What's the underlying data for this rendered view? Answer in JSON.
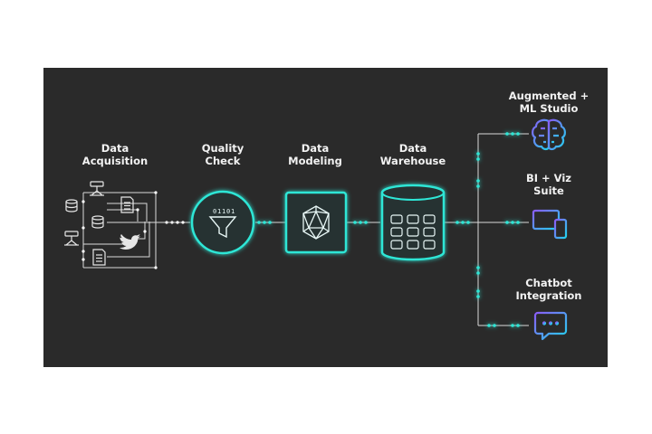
{
  "stages": {
    "acquisition": "Data\nAcquisition",
    "quality": "Quality\nCheck",
    "modeling": "Data\nModeling",
    "warehouse": "Data\nWarehouse"
  },
  "outputs": {
    "ml": "Augmented +\nML Studio",
    "bi": "BI + Viz\nSuite",
    "chatbot": "Chatbot\nIntegration"
  },
  "sources": [
    "database-icon",
    "satellite-icon",
    "document-icon",
    "twitter-icon"
  ],
  "colors": {
    "background": "#2a2a2a",
    "glow": "#2ee6d6",
    "line": "#d9d9d9",
    "text": "#f2f2f2",
    "icon_gradient": [
      "#8a5cf6",
      "#22d3ee"
    ]
  }
}
